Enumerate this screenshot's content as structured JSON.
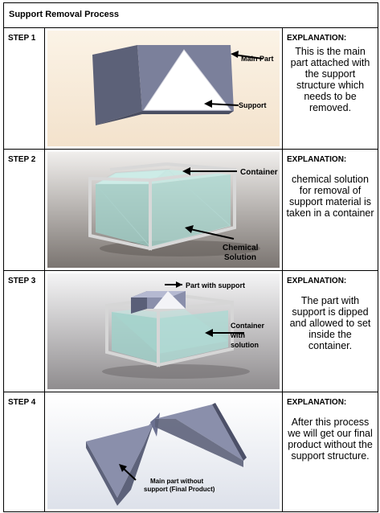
{
  "title": "Support Removal Process",
  "steps": [
    {
      "label": "STEP 1",
      "explanation_heading": "EXPLANATION:",
      "explanation": "This is the main part attached with the support structure which needs to be removed.",
      "image_labels": [
        "Main Part",
        "Support"
      ]
    },
    {
      "label": "STEP 2",
      "explanation_heading": "EXPLANATION:",
      "explanation": "chemical solution for removal of support material is taken in a container",
      "image_labels": [
        "Container",
        "Chemical",
        "Solution"
      ]
    },
    {
      "label": "STEP 3",
      "explanation_heading": "EXPLANATION:",
      "explanation": "The part with support is dipped and allowed to set inside the container.",
      "image_labels": [
        "Part with support",
        "Container",
        "with",
        "solution"
      ]
    },
    {
      "label": "STEP 4",
      "explanation_heading": "EXPLANATION:",
      "explanation": "After this process we will get our final product without the support structure.",
      "image_labels": [
        "Main part without",
        "support (Final Product)"
      ]
    }
  ]
}
